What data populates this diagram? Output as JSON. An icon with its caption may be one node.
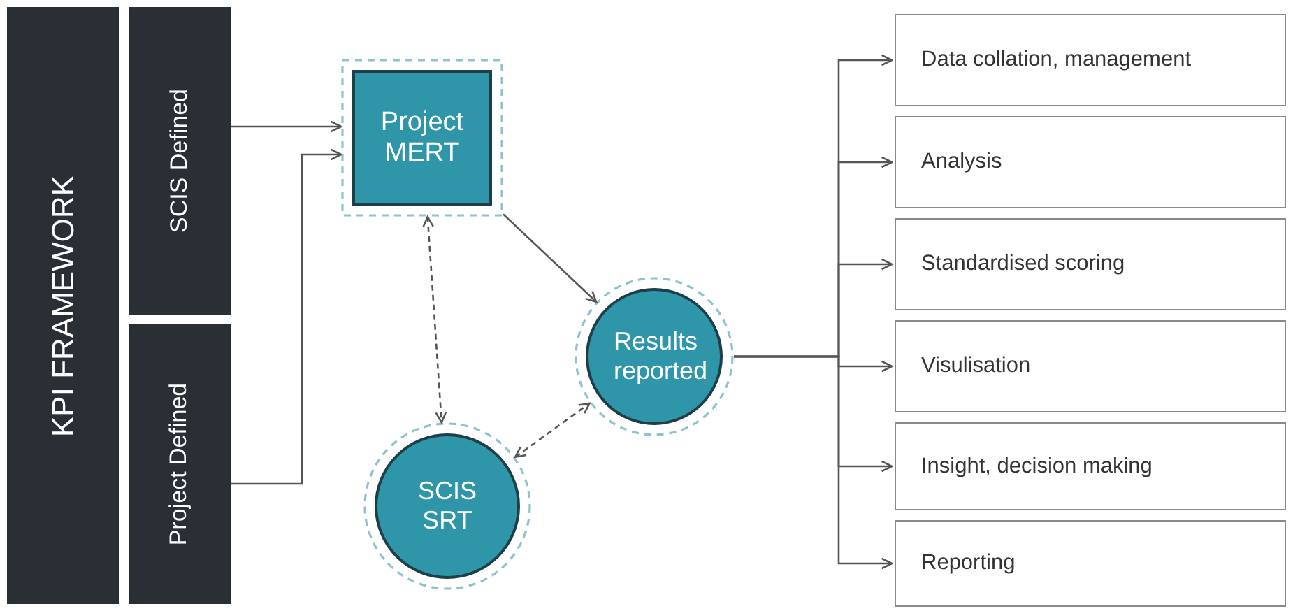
{
  "diagram": {
    "nodes": [
      {
        "text": [
          "KPI FRAMEWORK"
        ]
      },
      {
        "text": [
          "SCIS Defined"
        ]
      },
      {
        "text": [
          "Project Defined"
        ]
      },
      {
        "text": [
          "Project MERT"
        ]
      },
      {
        "text": [
          "Results reported"
        ]
      },
      {
        "text": [
          "SCIS SRT"
        ]
      },
      {
        "text": [
          "Data collation, management"
        ]
      },
      {
        "text": [
          "Analysis"
        ]
      },
      {
        "text": [
          "Standardised scoring"
        ]
      },
      {
        "text": [
          "Visulisation"
        ]
      },
      {
        "text": [
          "Insight, decision making"
        ]
      },
      {
        "text": [
          "Reporting"
        ]
      }
    ],
    "edges": [
      {
        "from": 1,
        "to": 3,
        "arrow": "to"
      },
      {
        "from": 2,
        "to": 3,
        "arrow": "to"
      },
      {
        "from": 3,
        "to": 4,
        "arrow": "to"
      },
      {
        "from": 3,
        "to": 5,
        "arrow": "both",
        "style": "dashed"
      },
      {
        "from": 5,
        "to": 4,
        "arrow": "both",
        "style": "dashed"
      },
      {
        "from": 4,
        "to": 6,
        "arrow": "to"
      },
      {
        "from": 4,
        "to": 7,
        "arrow": "to"
      },
      {
        "from": 4,
        "to": 8,
        "arrow": "to"
      },
      {
        "from": 4,
        "to": 9,
        "arrow": "to"
      },
      {
        "from": 4,
        "to": 10,
        "arrow": "to"
      },
      {
        "from": 4,
        "to": 11,
        "arrow": "to"
      }
    ]
  }
}
